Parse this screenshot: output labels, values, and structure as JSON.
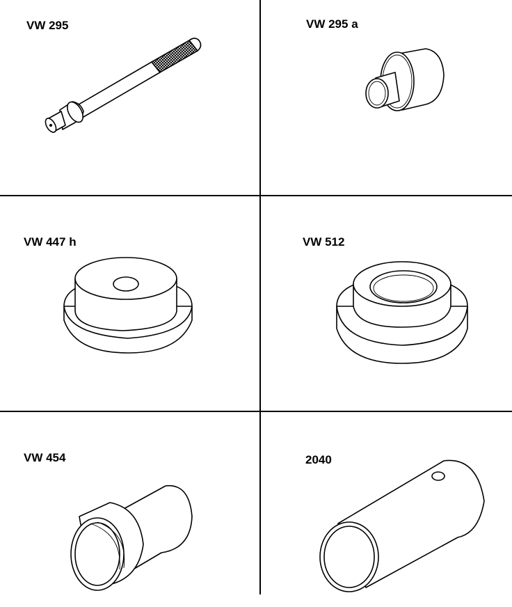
{
  "tools": [
    {
      "id": "VW 295",
      "label": "VW 295",
      "icon": "extension-drift-icon"
    },
    {
      "id": "VW 295 a",
      "label": "VW 295 a",
      "icon": "stepped-drift-icon"
    },
    {
      "id": "VW 447 h",
      "label": "VW 447 h",
      "icon": "flanged-thrust-plate-icon"
    },
    {
      "id": "VW 512",
      "label": "VW 512",
      "icon": "flanged-ring-plate-icon"
    },
    {
      "id": "VW 454",
      "label": "VW 454",
      "icon": "stepped-sleeve-icon"
    },
    {
      "id": "2040",
      "label": "2040",
      "icon": "tube-sleeve-icon"
    }
  ]
}
